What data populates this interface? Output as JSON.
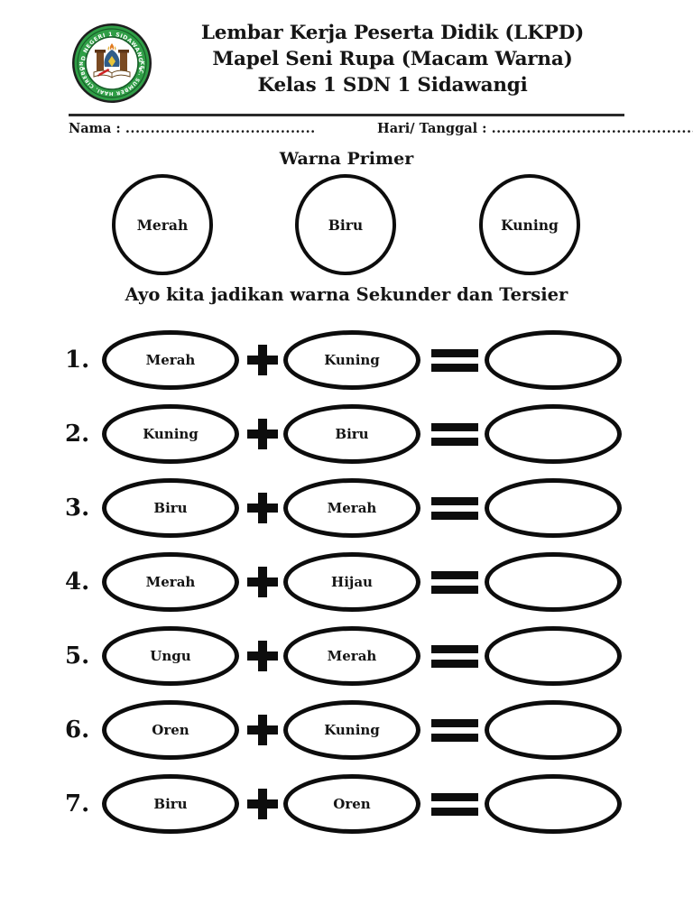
{
  "header": {
    "title_lines": [
      "Lembar Kerja Peserta Didik (LKPD)",
      "Mapel Seni Rupa (Macam Warna)",
      "Kelas 1 SDN 1 Sidawangi"
    ],
    "logo": {
      "name": "sd-negeri-1-sidawangi-logo",
      "top_arc_text": "SD NEGERI 1 SIDAWANGI",
      "bottom_arc_text": "KEC. SUMBER HAAI. CIREBON",
      "ring_color": "#2f9e46",
      "ring_edge_color": "#1b1b1b",
      "inner_color": "#ffffff"
    }
  },
  "meta": {
    "nama_label": "Nama :",
    "nama_value": "......................................",
    "hari_label": "Hari/ Tanggal :",
    "hari_value": "........................................."
  },
  "primer": {
    "title": "Warna Primer",
    "circles": [
      {
        "label": "Merah"
      },
      {
        "label": "Biru"
      },
      {
        "label": "Kuning"
      }
    ]
  },
  "sekunder": {
    "title": "Ayo kita jadikan warna Sekunder dan Tersier",
    "plus_symbol": "+",
    "equals_symbol": "=",
    "rows": [
      {
        "num": "1.",
        "a": "Merah",
        "b": "Kuning",
        "c": ""
      },
      {
        "num": "2.",
        "a": "Kuning",
        "b": "Biru",
        "c": ""
      },
      {
        "num": "3.",
        "a": "Biru",
        "b": "Merah",
        "c": ""
      },
      {
        "num": "4.",
        "a": "Merah",
        "b": "Hijau",
        "c": ""
      },
      {
        "num": "5.",
        "a": "Ungu",
        "b": "Merah",
        "c": ""
      },
      {
        "num": "6.",
        "a": "Oren",
        "b": "Kuning",
        "c": ""
      },
      {
        "num": "7.",
        "a": "Biru",
        "b": "Oren",
        "c": ""
      }
    ]
  },
  "colors": {
    "ink": "#0d0d0d",
    "paper": "#ffffff",
    "logo_green": "#2f9e46"
  }
}
